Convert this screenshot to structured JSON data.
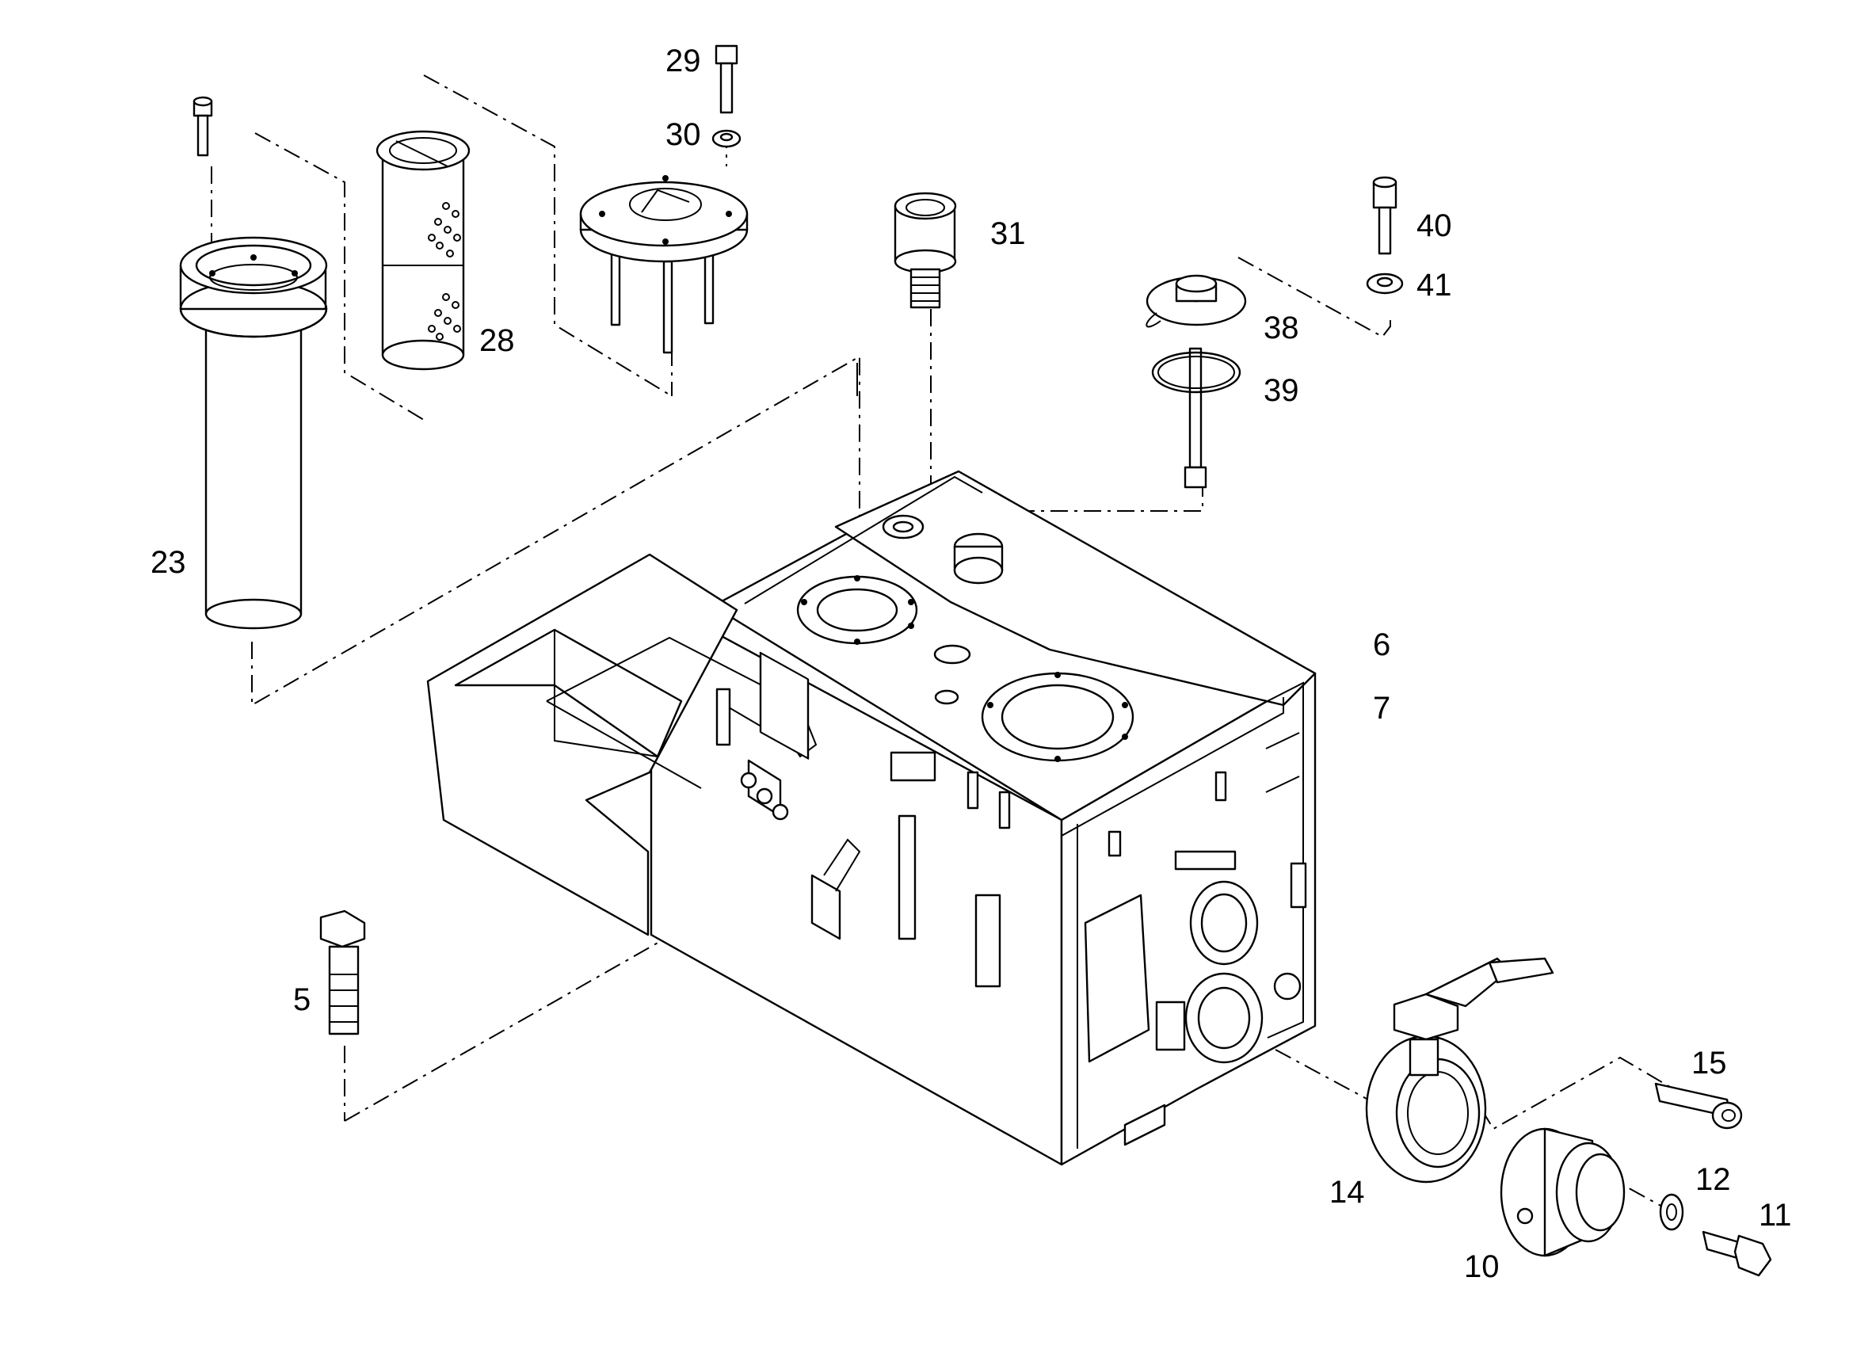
{
  "diagram": {
    "callouts": [
      {
        "id": "c29",
        "text": "29"
      },
      {
        "id": "c30",
        "text": "30"
      },
      {
        "id": "c31",
        "text": "31"
      },
      {
        "id": "c40",
        "text": "40"
      },
      {
        "id": "c41",
        "text": "41"
      },
      {
        "id": "c38",
        "text": "38"
      },
      {
        "id": "c39",
        "text": "39"
      },
      {
        "id": "c28",
        "text": "28"
      },
      {
        "id": "c23",
        "text": "23"
      },
      {
        "id": "c6",
        "text": "6"
      },
      {
        "id": "c7",
        "text": "7"
      },
      {
        "id": "c5",
        "text": "5"
      },
      {
        "id": "c15",
        "text": "15"
      },
      {
        "id": "c14",
        "text": "14"
      },
      {
        "id": "c12",
        "text": "12"
      },
      {
        "id": "c11",
        "text": "11"
      },
      {
        "id": "c10",
        "text": "10"
      }
    ]
  }
}
